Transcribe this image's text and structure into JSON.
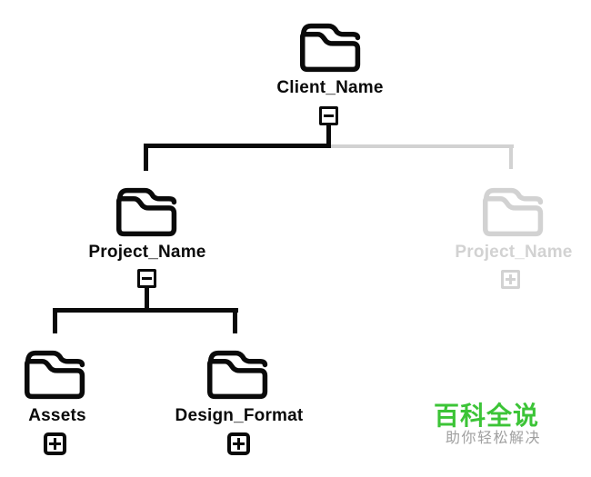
{
  "tree": {
    "root": {
      "label": "Client_Name",
      "state": "expanded",
      "toggle": "collapse",
      "children": [
        {
          "label": "Project_Name",
          "state": "expanded",
          "toggle": "collapse",
          "children": [
            {
              "label": "Assets",
              "state": "collapsed",
              "toggle": "expand"
            },
            {
              "label": "Design_Format",
              "state": "collapsed",
              "toggle": "expand"
            }
          ]
        },
        {
          "label": "Project_Name",
          "state": "disabled-collapsed",
          "toggle": "expand"
        }
      ]
    }
  },
  "watermark": {
    "title": "百科全说",
    "subtitle": "助你轻松解决"
  },
  "colors": {
    "active": "#0a0a0a",
    "disabled": "#d2d2d2",
    "brand_green": "#3cc437",
    "subtitle_gray": "#a0a0a0",
    "background": "#ffffff"
  }
}
